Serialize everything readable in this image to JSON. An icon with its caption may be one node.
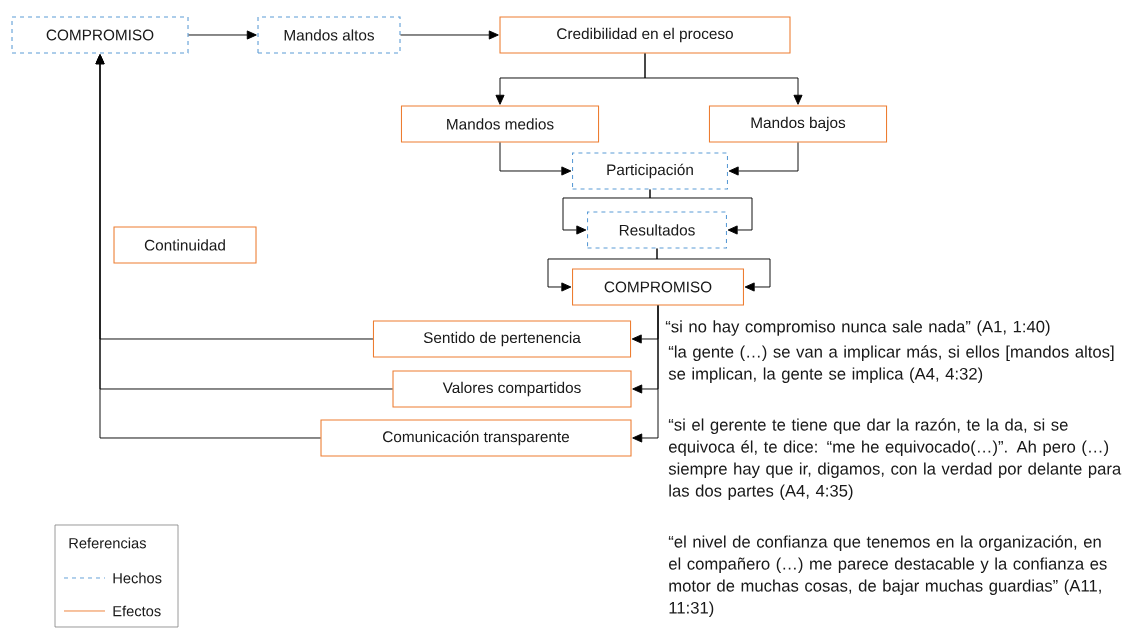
{
  "diagram": {
    "nodes": [
      {
        "text": [
          "COMPROMISO"
        ]
      },
      {
        "text": [
          "Mandos altos"
        ]
      },
      {
        "text": [
          "Credibilidad en el proceso"
        ]
      },
      {
        "text": [
          "Mandos medios"
        ]
      },
      {
        "text": [
          "Mandos bajos"
        ]
      },
      {
        "text": [
          "Participación"
        ]
      },
      {
        "text": [
          "Resultados"
        ]
      },
      {
        "text": [
          "COMPROMISO"
        ]
      },
      {
        "text": [
          "Continuidad"
        ]
      },
      {
        "text": [
          "Sentido de pertenencia"
        ]
      },
      {
        "text": [
          "Valores compartidos"
        ]
      },
      {
        "text": [
          "Comunicación transparente"
        ]
      }
    ],
    "edges": [
      {
        "from": 0,
        "to": 1,
        "arrow": "to"
      },
      {
        "from": 1,
        "to": 2,
        "arrow": "to"
      },
      {
        "from": 2,
        "to": 3,
        "arrow": "to"
      },
      {
        "from": 2,
        "to": 4,
        "arrow": "to"
      },
      {
        "from": 3,
        "to": 5,
        "arrow": "to"
      },
      {
        "from": 4,
        "to": 5,
        "arrow": "to"
      },
      {
        "from": 5,
        "to": 6,
        "arrow": "to"
      },
      {
        "from": 5,
        "to": 6,
        "arrow": "to"
      },
      {
        "from": 6,
        "to": 7,
        "arrow": "to"
      },
      {
        "from": 6,
        "to": 7,
        "arrow": "to"
      },
      {
        "from": 7,
        "to": 9,
        "arrow": "to"
      },
      {
        "from": 7,
        "to": 10,
        "arrow": "to"
      },
      {
        "from": 7,
        "to": 11,
        "arrow": "to"
      },
      {
        "from": 9,
        "to": 0,
        "arrow": "to"
      },
      {
        "from": 10,
        "to": 0,
        "arrow": "to"
      },
      {
        "from": 11,
        "to": 0,
        "arrow": "to"
      }
    ],
    "labels": [
      "“si no hay compromiso nunca sale nada” (A1, 1:40)",
      "“la gente (…) se van a implicar más, si ellos [mandos altos] se implican, la gente se implica (A4, 4:32)",
      "“si el gerente te tiene que dar la razón, te la da, si se equivoca él, te dice: “me he equivocado(…)”. Ah pero (…) siempre hay que ir, digamos, con la verdad por delante para las dos partes (A4, 4:35)",
      "“el nivel de confianza que tenemos en la organización, en el compañero (…) me parece destacable y la confianza es motor de muchas cosas, de bajar muchas guardias” (A11, 11:31)",
      "Referencias"
    ],
    "legend": [
      {
        "text": "Hechos"
      },
      {
        "text": "Efectos"
      }
    ]
  }
}
